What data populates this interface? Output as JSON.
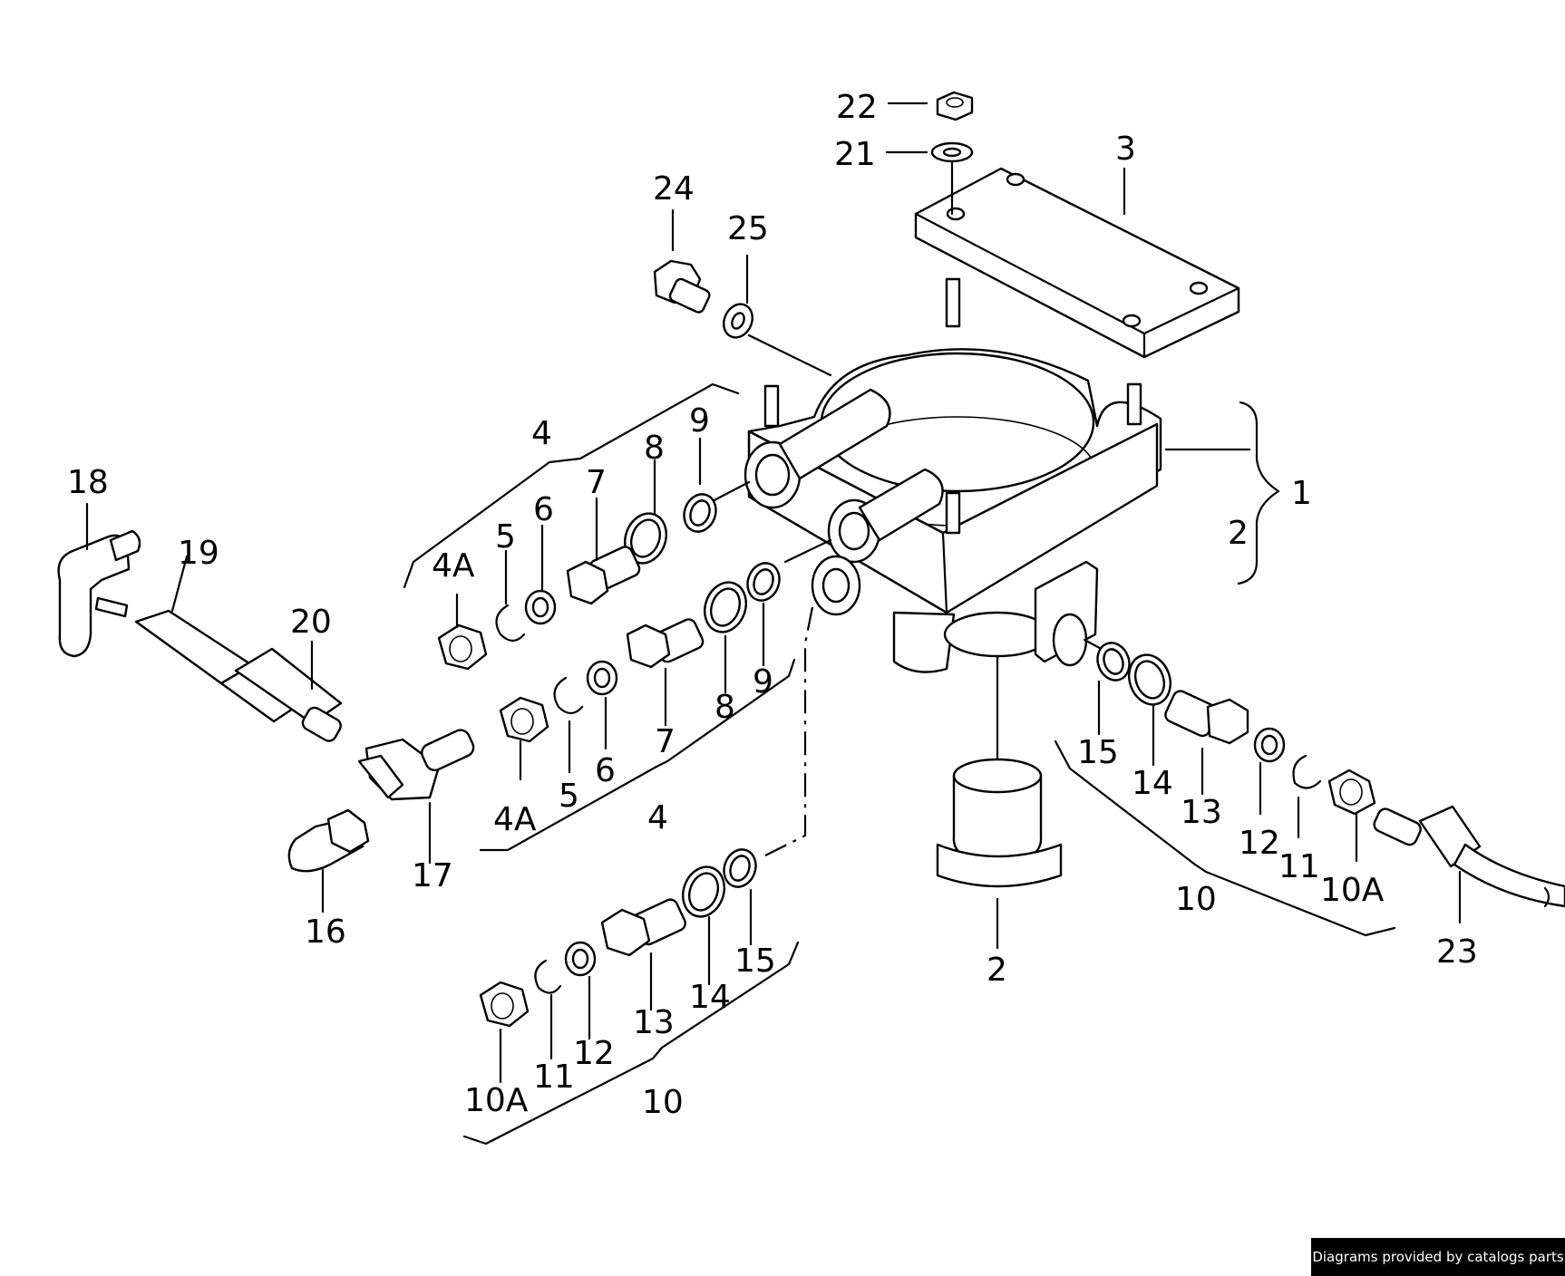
{
  "callouts": {
    "c1": "1",
    "c2a": "2",
    "c2b": "2",
    "c3": "3",
    "c4a": "4",
    "c4b": "4",
    "c4Aa": "4A",
    "c4Ab": "4A",
    "c5a": "5",
    "c5b": "5",
    "c6a": "6",
    "c6b": "6",
    "c7a": "7",
    "c7b": "7",
    "c8a": "8",
    "c8b": "8",
    "c9a": "9",
    "c9b": "9",
    "c10a": "10",
    "c10b": "10",
    "c10Aa": "10A",
    "c10Ab": "10A",
    "c11a": "11",
    "c11b": "11",
    "c12a": "12",
    "c12b": "12",
    "c13a": "13",
    "c13b": "13",
    "c14a": "14",
    "c14b": "14",
    "c15a": "15",
    "c15b": "15",
    "c16": "16",
    "c17": "17",
    "c18": "18",
    "c19": "19",
    "c20": "20",
    "c21": "21",
    "c22": "22",
    "c23": "23",
    "c24": "24",
    "c25": "25"
  },
  "credit": "Diagrams provided by catalogs parts"
}
